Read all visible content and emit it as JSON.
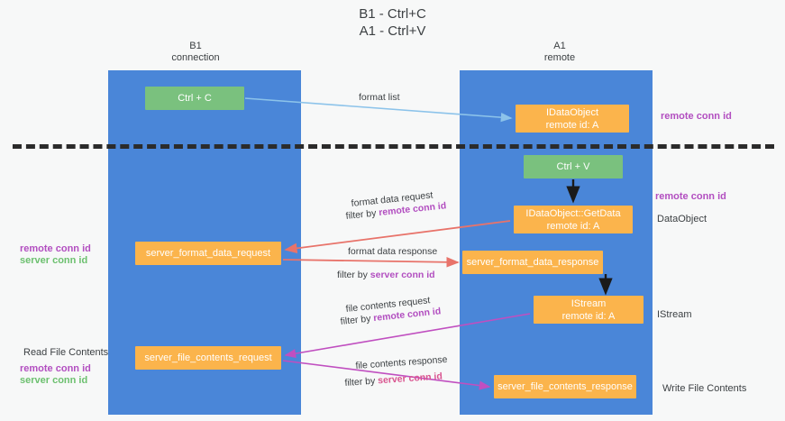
{
  "title": "B1 - Ctrl+C\nA1 - Ctrl+V",
  "columns": {
    "left": {
      "name": "B1",
      "sub": "connection",
      "label": "B1\nconnection"
    },
    "right": {
      "name": "A1",
      "sub": "remote",
      "label": "A1\nremote"
    }
  },
  "colors": {
    "lane": "#4a86d8",
    "green_box": "#7ac17e",
    "orange_box": "#fbb44c",
    "purple_text": "#b24ec0",
    "pink_text": "#d9548f",
    "green_text": "#6cc06f",
    "divider": "#2b2b2b",
    "arrow_blue": "#8cc3ea",
    "arrow_red": "#e8736a",
    "arrow_magenta": "#c04fc0",
    "arrow_black": "#1a1a1a",
    "background": "#f7f8f8"
  },
  "nodes": {
    "ctrl_c": {
      "label": "Ctrl + C",
      "kind": "green"
    },
    "idataobject": {
      "line1": "IDataObject",
      "line2": "remote id: A",
      "kind": "orange"
    },
    "ctrl_v": {
      "label": "Ctrl + V",
      "kind": "green"
    },
    "getdata": {
      "line1": "IDataObject::GetData",
      "line2": "remote id: A",
      "kind": "orange"
    },
    "server_format_data_request": {
      "label": "server_format_data_request",
      "kind": "orange"
    },
    "server_format_data_response": {
      "label": "server_format_data_response",
      "kind": "orange"
    },
    "istream": {
      "line1": "IStream",
      "line2": "remote id: A",
      "kind": "orange"
    },
    "server_file_contents_request": {
      "label": "server_file_contents_request",
      "kind": "orange"
    },
    "server_file_contents_response": {
      "label": "server_file_contents_response",
      "kind": "orange"
    }
  },
  "edge_labels": {
    "format_list": "format list",
    "format_data_request": "format data request",
    "format_data_request_filter_prefix": "filter by ",
    "format_data_request_filter_key": "remote conn id",
    "format_data_response": "format data response",
    "format_data_response_filter_prefix": "filter by ",
    "format_data_response_filter_key": "server conn id",
    "file_contents_request": "file contents request",
    "file_contents_request_filter_prefix": "filter by ",
    "file_contents_request_filter_key": "remote conn id",
    "file_contents_response": "file contents response",
    "file_contents_response_filter_prefix": "filter by ",
    "file_contents_response_filter_key": "server conn id"
  },
  "captions": {
    "remote_conn_id_top": "remote conn id",
    "remote_conn_id_mid": "remote conn id",
    "dataobject": "DataObject",
    "istream": "IStream",
    "write_file_contents": "Write File Contents",
    "read_file_contents": "Read File Contents",
    "left_remote_conn_id_1": "remote conn id",
    "left_server_conn_id_1": "server conn id",
    "left_remote_conn_id_2": "remote conn id",
    "left_server_conn_id_2": "server conn id"
  }
}
